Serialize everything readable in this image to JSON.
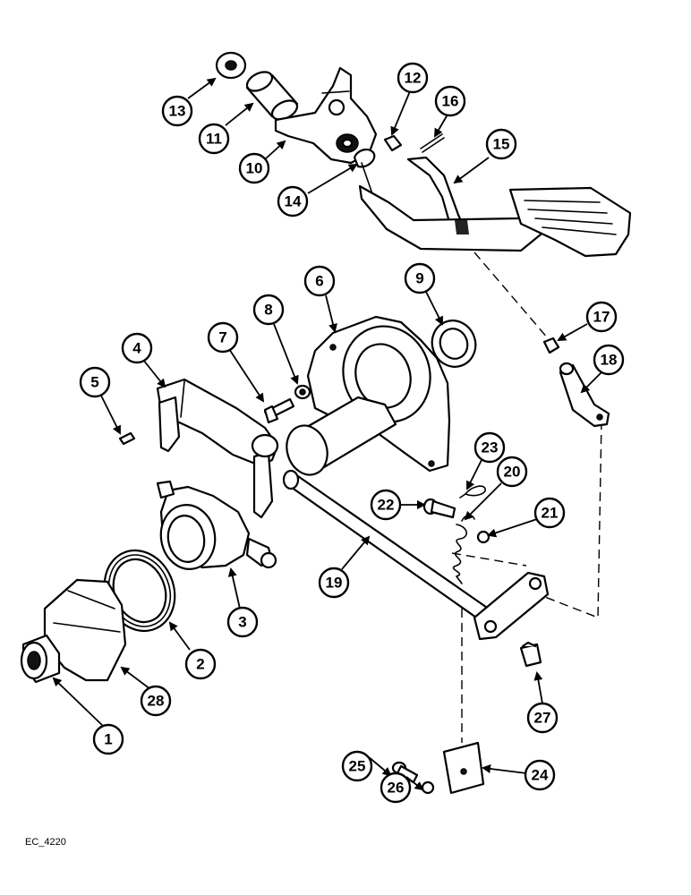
{
  "drawing_code": "EC_4220",
  "callouts": [
    "1",
    "2",
    "3",
    "4",
    "5",
    "6",
    "7",
    "8",
    "9",
    "10",
    "11",
    "12",
    "13",
    "14",
    "15",
    "16",
    "17",
    "18",
    "19",
    "20",
    "21",
    "22",
    "23",
    "24",
    "25",
    "26",
    "27",
    "28"
  ]
}
